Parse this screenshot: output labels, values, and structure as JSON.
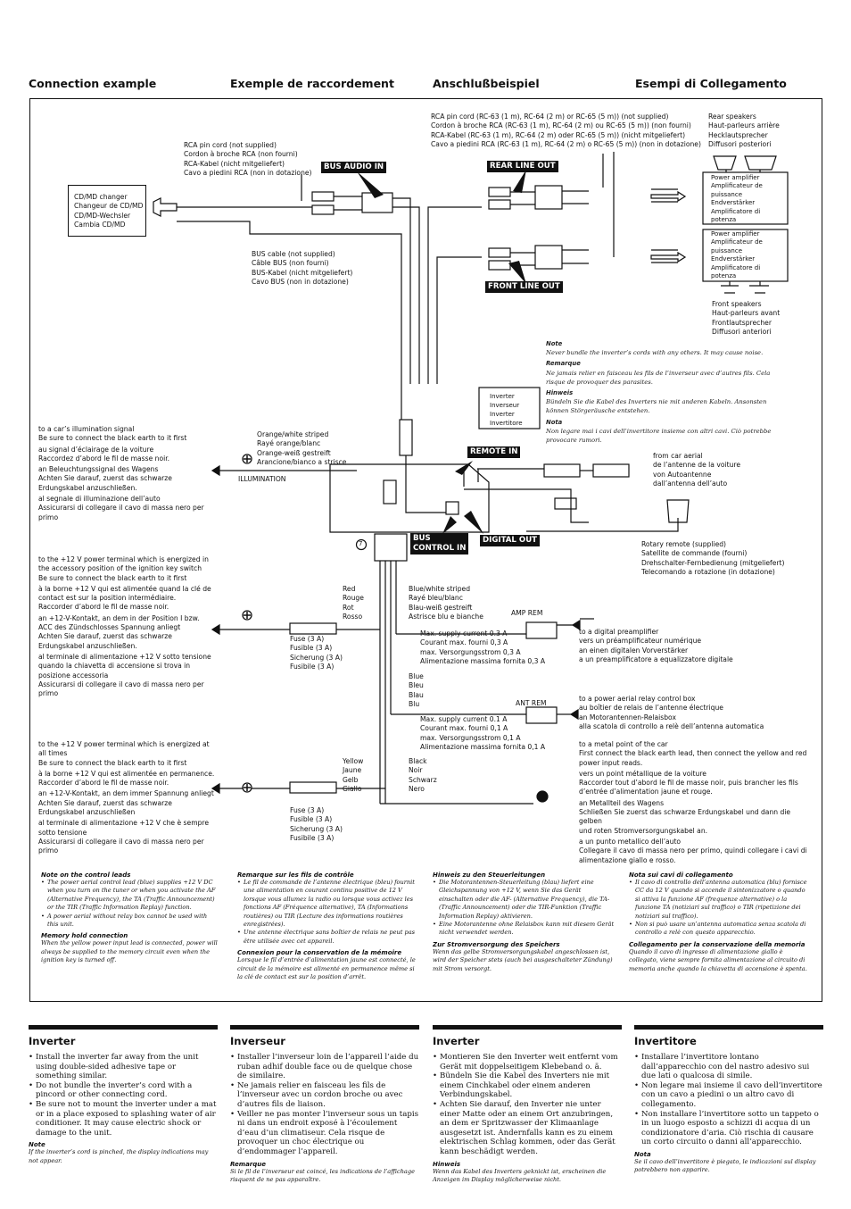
{
  "headers": [
    "Connection example",
    "Exemple de raccordement",
    "Anschlußbeispiel",
    "Esempi di Collegamento"
  ],
  "badges": {
    "bus_audio_in": "BUS AUDIO IN",
    "rear_line_out": "REAR LINE OUT",
    "front_line_out": "FRONT LINE OUT",
    "remote_in": "REMOTE IN",
    "bus_control_in": "BUS\nCONTROL IN",
    "digital_out": "DIGITAL OUT"
  },
  "labels": {
    "cd_changer": "CD/MD changer\nChangeur de CD/MD\nCD/MD-Wechsler\nCambia CD/MD",
    "rca_cord": "RCA pin cord (not supplied)\nCordon à broche RCA (non fourni)\nRCA-Kabel (nicht mitgeliefert)\nCavo a piedini RCA (non in dotazione)",
    "rca_rc63": "RCA pin cord (RC-63 (1 m), RC-64 (2 m) or RC-65 (5 m)) (not supplied)\nCordon à broche RCA (RC-63 (1 m), RC-64 (2 m) ou RC-65 (5 m)) (non fourni)\nRCA-Kabel (RC-63 (1 m), RC-64 (2 m) oder RC-65 (5 m)) (nicht mitgeliefert)\nCavo a piedini RCA (RC-63 (1 m), RC-64 (2 m) o RC-65 (5 m)) (non in dotazione)",
    "rear_speakers": "Rear speakers\nHaut-parleurs arrière\nHecklautsprecher\nDiffusori posteriori",
    "power_amp": "Power amplifier\nAmplificateur de\npuissance\nEndverstärker\nAmplificatore di\npotenza",
    "bus_cable": "BUS cable (not supplied)\nCâble BUS (non fourni)\nBUS-Kabel (nicht mitgeliefert)\nCavo BUS (non in dotazione)",
    "front_speakers": "Front speakers\nHaut-parleurs avant\nFrontlautsprecher\nDiffusori anteriori",
    "inverter": "Inverter\nInverseur\nInverter\nInvertitore",
    "illum_signal_1": "to a car’s illumination signal\nBe sure to connect the black earth to it first",
    "illum_signal_2": "au signal d’éclairage de la voiture\nRaccordez d’abord le fil de masse noir.",
    "illum_signal_3": "an Beleuchtungssignal des Wagens\nAchten Sie darauf, zuerst das schwarze\nErdungskabel anzuschließen.",
    "illum_signal_4": "al segnale di illuminazione dell’auto\nAssicurarsi di collegare il cavo di massa nero per\nprimo",
    "orange_white": "Orange/white striped\nRayé orange/blanc\nOrange-weiß gestreift\nArancione/bianco a strisce",
    "illumination": "ILLUMINATION",
    "from_aerial": "from car aerial\nde l’antenne de la voiture\nvon Autoantenne\ndall’antenna dell’auto",
    "rotary_remote": "Rotary remote (supplied)\nSatellite de commande (fourni)\nDrehschalter-Fernbedienung (mitgeliefert)\nTelecomando a rotazione (in dotazione)",
    "acc_1": "to the +12 V power terminal which is energized in\nthe accessory position of the ignition key switch\nBe sure to connect the black earth to it first",
    "acc_2": "à la borne +12 V qui est alimentée quand la clé de\ncontact est sur la position intermédiaire.\nRaccorder d’abord le fil de masse noir.",
    "acc_3": "an +12-V-Kontakt, an dem in der Position I bzw.\nACC des Zündschlosses Spannung anliegt\nAchten Sie darauf, zuerst das schwarze\nErdungskabel anzuschließen.",
    "acc_4": "al terminale di alimentazione +12 V sotto tensione\nquando la chiavetta di accensione si trova in\nposizione accessoria\nAssicurarsi di collegare il cavo di massa nero per\nprimo",
    "red": "Red\nRouge\nRot\nRosso",
    "blue_white": "Blue/white striped\nRayé bleu/blanc\nBlau-weiß gestreift\nAstrisce blu e bianche",
    "amp_rem": "AMP REM",
    "fuse": "Fuse (3 A)\nFusible (3 A)\nSicherung (3 A)\nFusibile (3 A)",
    "max_03": "Max. supply current 0.3 A\nCourant max. fourni 0,3 A\nmax. Versorgungsstrom 0,3 A\nAlimentazione massima fornita 0,3 A",
    "digital_preamp": "to a digital preamplifier\nvers un préamplificateur numérique\nan einen digitalen Vorverstärker\na un preamplificatore a equalizzatore digitale",
    "blue": "Blue\nBleu\nBlau\nBlu",
    "ant_rem": "ANT REM",
    "relay_box": "to a power aerial relay control box\nau boîtier de relais de l’antenne électrique\nan Motorantennen-Relaisbox\nalla scatola di controllo a relè dell’antenna automatica",
    "max_01": "Max. supply current 0.1 A\nCourant max. fourni 0,1 A\nmax. Versorgungsstrom 0,1 A\nAlimentazione massima fornita 0,1 A",
    "always_1": "to the +12 V power terminal which is energized at\nall times\nBe sure to connect the black earth to it first",
    "always_2": "à la borne +12 V qui est alimentée en permanence.\nRaccorder d’abord le fil de masse noir.",
    "always_3": "an +12-V-Kontakt, an dem immer Spannung anliegt\nAchten Sie darauf, zuerst das schwarze\nErdungskabel anzuschließen",
    "always_4": "al terminale di alimentazione +12 V che è sempre\nsotto tensione\nAssicurarsi di collegare il cavo di massa nero per\nprimo",
    "yellow": "Yellow\nJaune\nGelb\nGiallo",
    "black": "Black\nNoir\nSchwarz\nNero",
    "metal_1": "to a metal point of the car\nFirst connect the black earth lead, then connect the yellow and red\npower input reads.",
    "metal_2": "vers un point métallique de la voiture\nRaccorder tout d’abord le fil de masse noir, puis brancher les fils\nd’entrée d’alimentation jaune et rouge.",
    "metal_3": "an Metallteil des Wagens\nSchließen Sie zuerst das schwarze Erdungskabel und dann die gelben\nund roten Stromversorgungskabel an.",
    "metal_4": "a un punto metallico dell’auto\nCollegare il cavo di massa nero per primo, quindi collegare i cavi di\nalimentazione giallo e rosso.",
    "circle7": "7"
  },
  "inverter_notes": [
    {
      "head": "Note",
      "body": "Never bundle the inverter’s cords with any others. It may cause noise."
    },
    {
      "head": "Remarque",
      "body": "Ne jamais relier en faisceau les fils de l’inverseur avec d’autres fils. Cela risque de provoquer des parasites."
    },
    {
      "head": "Hinweis",
      "body": "Bündeln Sie die Kabel des Inverters nie mit anderen Kabeln. Ansonsten können Störgeräusche entstehen."
    },
    {
      "head": "Nota",
      "body": "Non legare mai i cavi dell’invertitore insieme con altri cavi. Ciò potrebbe provocare rumori."
    }
  ],
  "control_notes": [
    {
      "head": "Note on the control leads",
      "items": [
        "The power aerial control lead (blue) supplies +12 V DC when you turn on the tuner or when you activate the AF (Alternative Frequency), the TA (Traffic Announcement) or the TIR (Traffic Information Replay) function.",
        "A power aerial without relay box cannot be used with this unit."
      ],
      "head2": "Memory hold connection",
      "body2": "When the yellow power input lead is connected, power will always be supplied to the memory circuit even when the ignition key is turned off."
    },
    {
      "head": "Remarque sur les fils de contrôle",
      "items": [
        "Le fil de commande de l’antenne électrique (bleu) fournit une alimentation en courant continu positive de 12 V lorsque vous allumez la radio ou lorsque vous activez les fonctions AF (Fréquence alternative), TA (Informations routières) ou TIR (Lecture des informations routières enregistrées).",
        "Une antenne électrique sans boîtier de relais ne peut pas être utilisée avec cet appareil."
      ],
      "head2": "Connexion pour la conservation de la mémoire",
      "body2": "Lorsque le fil d’entrée d’alimentation jaune est connecté, le circuit de la mémoire est alimenté en permanence même si la clé de contact est sur la position d’arrêt."
    },
    {
      "head": "Hinweis zu den Steuerleitungen",
      "items": [
        "Die Motorantennen-Steuerleitung (blau) liefert eine Gleichspannung von +12 V, wenn Sie das Gerät einschalten oder die AF- (Alternative Frequency), die TA- (Traffic Announcement) oder die TIR-Funktion (Traffic Information Replay) aktivieren.",
        "Eine Motorantenne ohne Relaisbox kann mit diesem Gerät nicht verwendet werden."
      ],
      "head2": "Zur Stromversorgung des Speichers",
      "body2": "Wenn das gelbe Stromversorgungskabel angeschlossen ist, wird der Speicher stets (auch bei ausgeschalteter Zündung) mit Strom versorgt."
    },
    {
      "head": "Nota sui cavi di collegamento",
      "items": [
        "Il cavo di controllo dell’antenna automatica (blu) fornisce CC da 12 V quando si accende il sintonizzatore o quando si attiva la funzione AF (frequenze alternative) o la funzione TA (notiziari sul traffico) o TIR (ripetizione dei notiziari sul traffico).",
        "Non si può usare un’antenna automatica senza scatola di controllo a relè con questo apparecchio."
      ],
      "head2": "Collegamento per la conservazione della memoria",
      "body2": "Quando il cavo di ingresso di alimentazione giallo è collegato, viene sempre fornita alimentazione al circuito di memoria anche quando la chiavetta di accensione è spenta."
    }
  ],
  "bottom_sections": [
    {
      "title": "Inverter",
      "items": [
        "Install the inverter far away from the unit using double-sided adhesive tape or something similar.",
        "Do not bundle the inverter’s cord with a pincord or other connecting cord.",
        "Be sure not to mount the inverter under a mat or in a place exposed to splashing water of air conditioner. It may cause electric shock or damage to the unit."
      ],
      "note_head": "Note",
      "note_body": "If the inverter’s cord is pinched, the display indications may not appear."
    },
    {
      "title": "Inverseur",
      "items": [
        "Installer l’inverseur loin de l’appareil l’aide du ruban adhif double face ou de quelque chose de similaire.",
        "Ne jamais relier en faisceau les fils de l’inverseur avec un cordon broche ou avec d’autres fils de liaison.",
        "Veiller ne pas monter l’inverseur sous un tapis ni dans un endroit exposé à l’écoulement d’eau d’un climatiseur. Cela risque de provoquer un choc électrique ou d’endommager l’appareil."
      ],
      "note_head": "Remarque",
      "note_body": "Si le fil de l’inverseur est coincé, les indications de l’affichage risquent de ne pas apparaître."
    },
    {
      "title": "Inverter",
      "items": [
        "Montieren Sie den Inverter weit entfernt vom Gerät mit doppelseitigem Klebeband o. ä.",
        "Bündeln Sie die Kabel des Inverters nie mit einem Cinchkabel oder einem anderen Verbindungskabel.",
        "Achten Sie darauf, den Inverter nie unter einer Matte oder an einem Ort anzubringen, an dem er Spritzwasser der Klimaanlage ausgesetzt ist. Andernfalls kann es zu einem elektrischen Schlag kommen, oder das Gerät kann beschädigt werden."
      ],
      "note_head": "Hinweis",
      "note_body": "Wenn das Kabel des Inverters geknickt ist, erscheinen die Anzeigen im Display möglicherweise nicht."
    },
    {
      "title": "Invertitore",
      "items": [
        "Installare l’invertitore lontano dall’apparecchio con del nastro adesivo sui due lati o qualcosa di simile.",
        "Non legare mai insieme il cavo dell’invertitore con un cavo a piedini o un altro cavo di collegamento.",
        "Non installare l’invertitore sotto un tappeto o in un luogo esposto a schizzi di acqua di un condizionatore d’aria. Ciò rischia di causare un corto circuito o danni all’apparecchio."
      ],
      "note_head": "Nota",
      "note_body": "Se il cavo dell’invertitore è piegato, le indicazioni sul display potrebbero non apparire."
    }
  ]
}
